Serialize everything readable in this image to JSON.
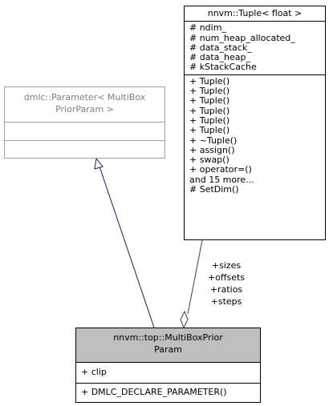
{
  "tuple_class": {
    "title": "nnvm::Tuple< float >",
    "attributes": [
      "# ndim_",
      "# num_heap_allocated_",
      "# data_stack_",
      "# data_heap_",
      "# kStackCache"
    ],
    "methods": [
      "+ Tuple()",
      "+ Tuple()",
      "+ Tuple()",
      "+ Tuple()",
      "+ Tuple()",
      "+ Tuple()",
      "+ ~Tuple()",
      "+ assign()",
      "+ swap()",
      "+ operator=()",
      "and 15 more...",
      "# SetDim()"
    ]
  },
  "parameter_class": {
    "title_lines": [
      "dmlc::Parameter< MultiBox",
      "PriorParam >"
    ]
  },
  "main_class": {
    "title_lines": [
      "nnvm::top::MultiBoxPrior",
      "Param"
    ],
    "attributes": [
      "+ clip"
    ],
    "methods": [
      "+ DMLC_DECLARE_PARAMETER()"
    ]
  },
  "association_labels": [
    "+sizes",
    "+offsets",
    "+ratios",
    "+steps"
  ],
  "colors": {
    "main_fill": "#bfbfbf",
    "inheritance_line": "#191970",
    "association_line": "#404040",
    "grey_border": "#a0a0a0"
  }
}
